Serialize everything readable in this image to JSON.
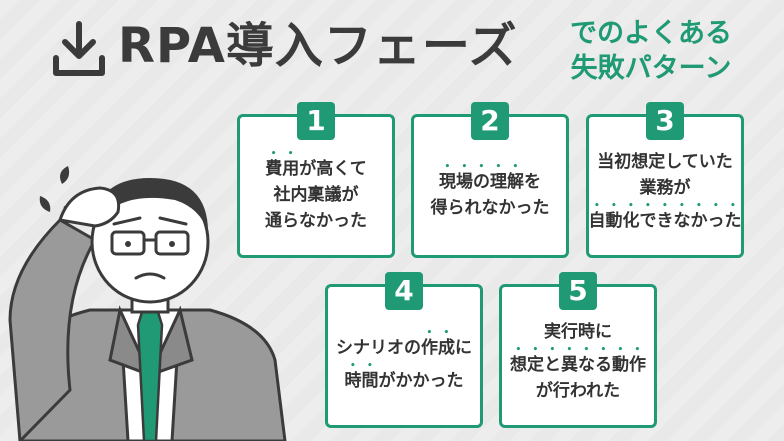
{
  "header": {
    "title_main": "RPA導入フェーズ",
    "title_sub_line1": "でのよくある",
    "title_sub_line2": "失敗パターン"
  },
  "cards": [
    {
      "number": "1",
      "line1_dot": "費用",
      "line1_rest": "が高くて",
      "line2": "社内稟議が",
      "line3": "通らなかった"
    },
    {
      "number": "2",
      "line1_dot": "現場の理解",
      "line1_rest": "を",
      "line2": "得られなかった"
    },
    {
      "number": "3",
      "line1": "当初想定していた",
      "line2": "業務が",
      "line3_dot": "自動化できなかった"
    },
    {
      "number": "4",
      "line1_pre": "シナリオの",
      "line1_dot": "作成",
      "line1_rest": "に",
      "line2_dot": "時間",
      "line2_rest": "がかかった"
    },
    {
      "number": "5",
      "line1": "実行時に",
      "line2_dot": "想定と異なる動作",
      "line3": "が行われた"
    }
  ],
  "colors": {
    "accent": "#1f9a75",
    "text": "#3b3b3b",
    "background": "#ececec"
  },
  "icons": {
    "header": "download-icon"
  }
}
